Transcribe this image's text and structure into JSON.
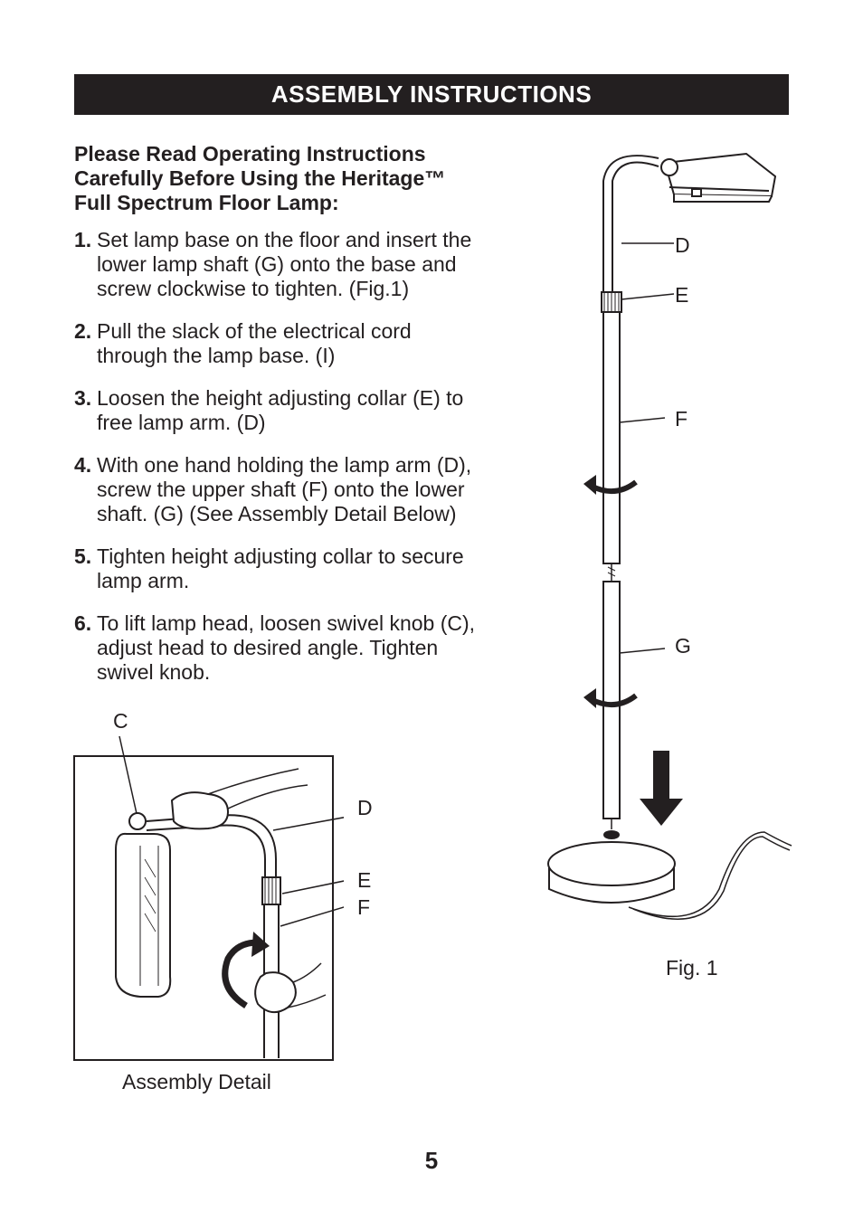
{
  "header": {
    "title": "ASSEMBLY INSTRUCTIONS"
  },
  "intro": {
    "lines": [
      "Please Read Operating Instructions",
      "Carefully Before Using the Heritage™",
      "Full Spectrum Floor Lamp:"
    ]
  },
  "steps": [
    {
      "num": "1.",
      "lines": [
        "Set lamp base on the floor and insert the",
        "lower lamp shaft (G) onto the base and",
        "screw clockwise to tighten. (Fig.1)"
      ]
    },
    {
      "num": "2.",
      "lines": [
        "Pull the slack of the electrical cord",
        "through the lamp base. (I)"
      ]
    },
    {
      "num": "3.",
      "lines": [
        "Loosen the height adjusting collar (E) to",
        "free lamp arm. (D)"
      ]
    },
    {
      "num": "4.",
      "lines": [
        "With one hand holding the lamp arm (D),",
        "screw the upper shaft (F) onto the lower",
        "shaft. (G) (See Assembly Detail Below)"
      ]
    },
    {
      "num": "5.",
      "lines": [
        "Tighten height adjusting collar to secure",
        "lamp arm."
      ]
    },
    {
      "num": "6.",
      "lines": [
        "To lift lamp head, loosen swivel knob (C),",
        "adjust head to desired angle. Tighten",
        "swivel knob."
      ]
    }
  ],
  "detail_figure": {
    "labels": {
      "c": "C",
      "d": "D",
      "e": "E",
      "f": "F"
    },
    "caption": "Assembly Detail"
  },
  "main_figure": {
    "labels": {
      "d": "D",
      "e": "E",
      "f": "F",
      "g": "G"
    },
    "caption": "Fig. 1"
  },
  "page_number": "5"
}
